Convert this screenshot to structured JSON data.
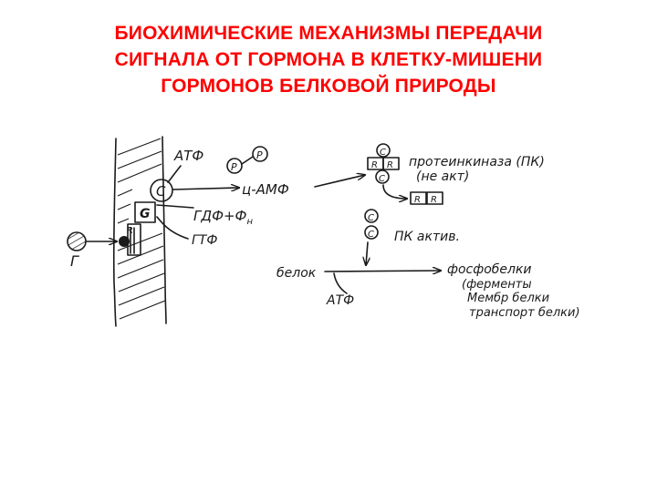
{
  "title": {
    "line1": "БИОХИМИЧЕСКИЕ МЕХАНИЗМЫ ПЕРЕДАЧИ",
    "line2": "СИГНАЛА ОТ ГОРМОНА В КЛЕТКУ-МИШЕНИ",
    "line3": "ГОРМОНОВ БЕЛКОВОЙ ПРИРОДЫ"
  },
  "colors": {
    "title": "#ff0000",
    "ink": "#1a1a1a"
  },
  "labels": {
    "atf_top": "АТФ",
    "p1": "P",
    "p2": "P",
    "c_enzyme": "C",
    "g_protein": "G",
    "receptor": "R",
    "gdf": "ГДФ+Ф",
    "gdf_sub": "н",
    "gtf": "ГТФ",
    "hormone": "Г",
    "camp": "ц-АМФ",
    "pk_c_top": "C",
    "pk_r1": "R",
    "pk_r2": "R",
    "pk_c_bottom": "C",
    "pk_name": "протеинкиназа (ПК)",
    "pk_inactive": "(не акт)",
    "rr_r1": "R",
    "rr_r2": "R",
    "free_c1": "C",
    "free_c2": "C",
    "pk_active": "ПК актив.",
    "protein": "белок",
    "atf_bottom": "АТФ",
    "phosphoproteins": "фосфобелки",
    "enzymes": "(ферменты",
    "membrane_proteins": "Мембр белки",
    "transport_proteins": "транспорт белки)"
  }
}
